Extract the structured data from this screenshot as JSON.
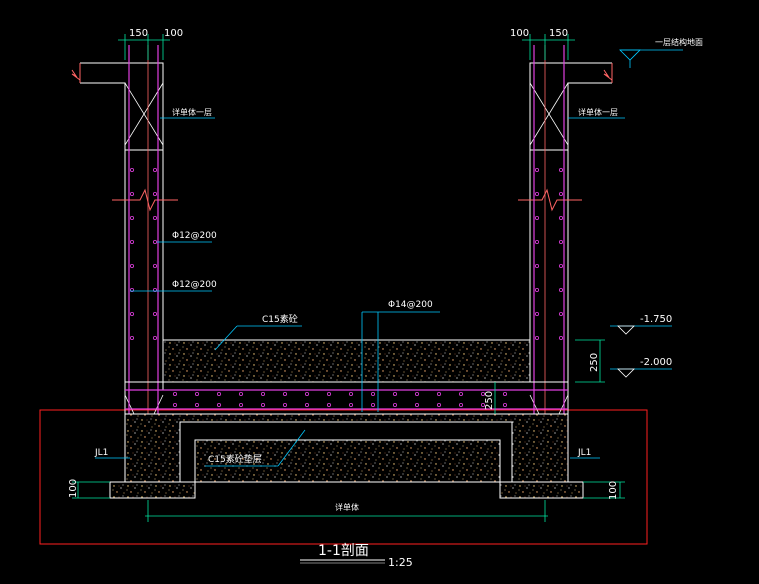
{
  "dimensions": {
    "left_top_a": "150",
    "left_top_b": "100",
    "right_top_a": "100",
    "right_top_b": "150",
    "right_step": "250",
    "center_step": "250",
    "left_bottom": "100",
    "right_bottom": "100"
  },
  "labels": {
    "floor_ref": "一层结构地面",
    "wall_left_note": "详单体一层",
    "wall_right_note": "详单体一层",
    "rebar_a": "Φ12@200",
    "rebar_b": "Φ12@200",
    "rebar_slab": "Φ14@200",
    "fill": "C15素砼",
    "cushion": "C15素砼垫层",
    "beam_left": "JL1",
    "beam_right": "JL1",
    "span": "详单体"
  },
  "levels": {
    "upper": "-1.750",
    "lower": "-2.000"
  },
  "title": {
    "section": "1-1剖面",
    "scale": "1:25"
  },
  "colors": {
    "background": "#000000",
    "outline": "#ffffff",
    "break_line": "#ff6464",
    "rebar": "#e040e0",
    "dimension": "#00e6a0",
    "leader": "#00c8ff",
    "frame": "#ff2020",
    "concrete_dots": "#ffd27f"
  }
}
